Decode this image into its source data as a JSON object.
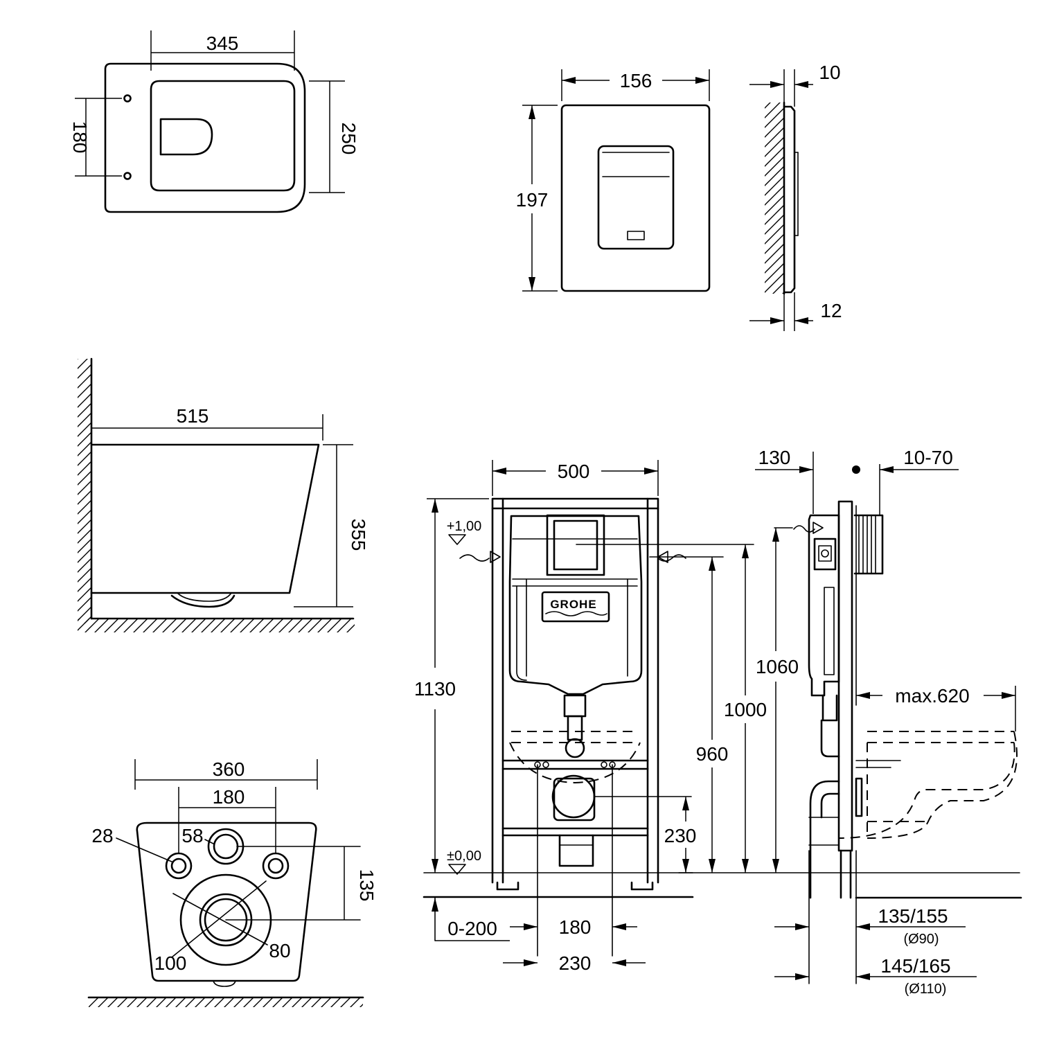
{
  "views": {
    "bowl_top": {
      "width": "345",
      "hole_spacing": "180",
      "depth": "250"
    },
    "flush_plate": {
      "width": "156",
      "height": "197",
      "thickness_top": "10",
      "thickness_bottom": "12"
    },
    "bowl_side": {
      "length": "515",
      "height": "355"
    },
    "bowl_back": {
      "overall_width": "360",
      "bolt_spacing": "180",
      "bolt_hole": "28",
      "water_inlet": "58",
      "outlet_inner": "80",
      "outlet_outer": "100",
      "outlet_height": "135"
    },
    "frame_front": {
      "width": "500",
      "overall_height": "1130",
      "height_1060": "1060",
      "height_1000": "1000",
      "height_960": "960",
      "drain_height": "230",
      "level_upper": "+1,00",
      "level_zero": "±0,00",
      "adjust_range": "0-200",
      "bolt_spacing": "180",
      "drain_spacing": "230",
      "brand": "GROHE"
    },
    "frame_side": {
      "depth": "130",
      "plate_offset": "10-70",
      "bowl_projection": "max.620",
      "outlet_90": "135/155",
      "outlet_90_diameter": "(Ø90)",
      "outlet_110": "145/165",
      "outlet_110_diameter": "(Ø110)"
    }
  }
}
